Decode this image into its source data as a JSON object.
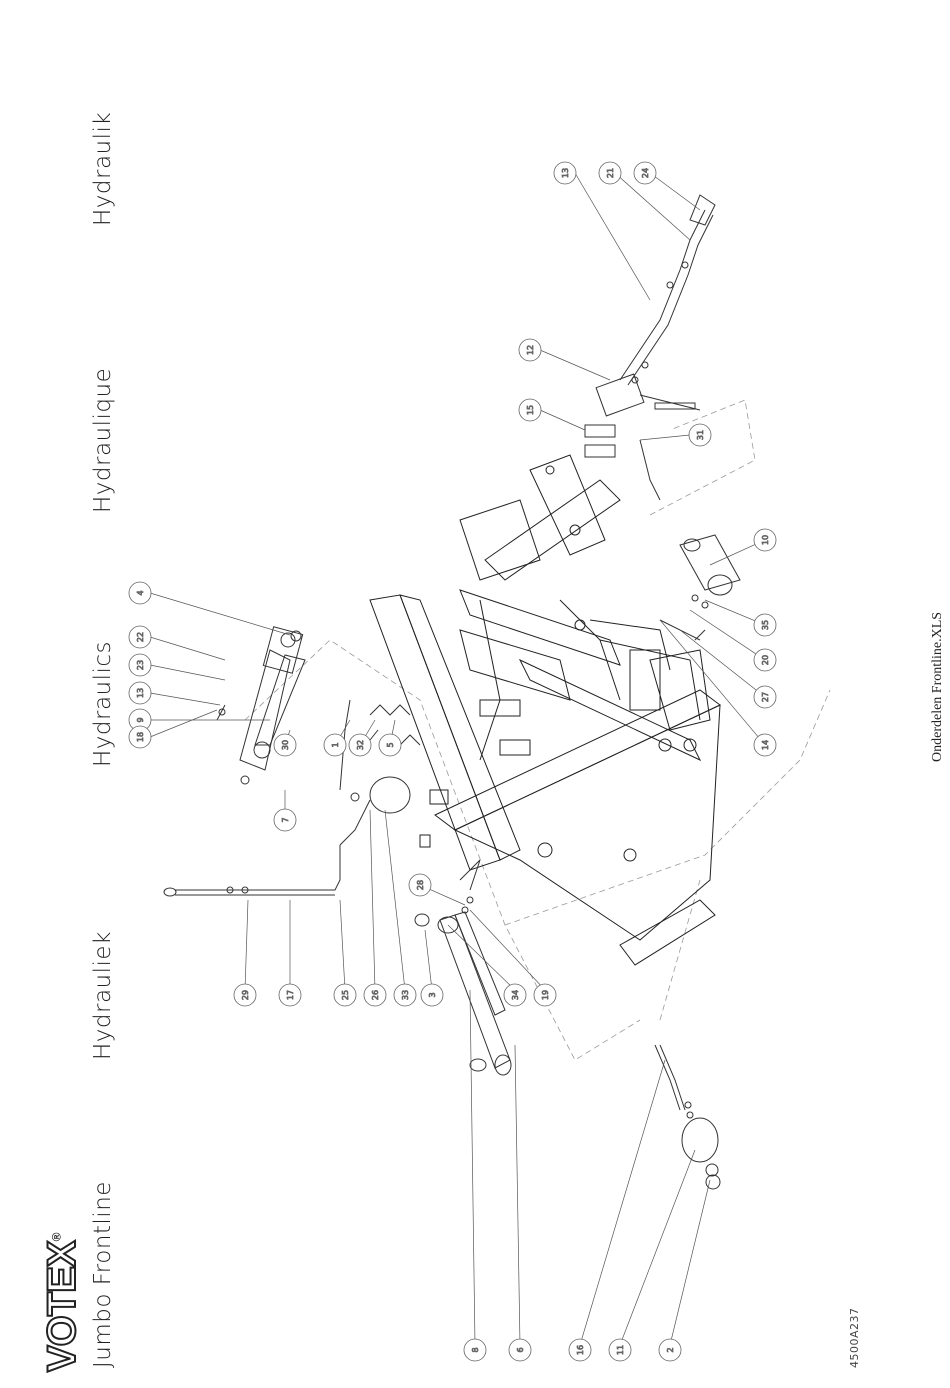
{
  "brand": {
    "logo_text": "VOTEX",
    "registered_mark": "®"
  },
  "header": {
    "title": "Jumbo Frontline",
    "languages": [
      "Hydrauliek",
      "Hydraulics",
      "Hydraulique",
      "Hydraulik"
    ]
  },
  "footer": {
    "file_name": "Onderdelen Frontline.XLS",
    "drawing_code": "4500A237"
  },
  "callouts": [
    "13",
    "21",
    "24",
    "12",
    "15",
    "31",
    "4",
    "22",
    "23",
    "13",
    "9",
    "18",
    "30",
    "7",
    "1",
    "32",
    "5",
    "10",
    "35",
    "20",
    "27",
    "14",
    "28",
    "29",
    "17",
    "25",
    "26",
    "33",
    "3",
    "34",
    "19",
    "8",
    "6",
    "16",
    "11",
    "2"
  ]
}
